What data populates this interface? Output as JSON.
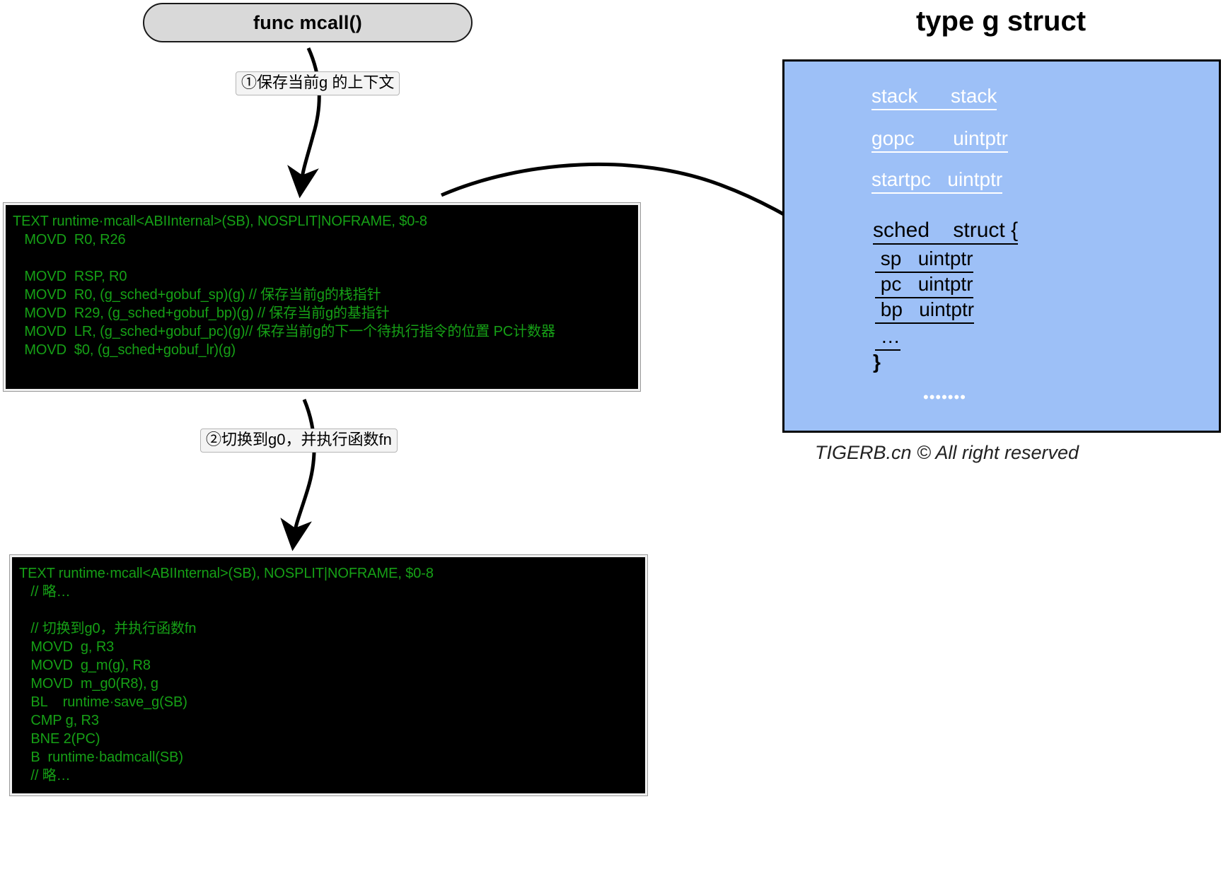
{
  "diagram": {
    "title_box": {
      "label": "func mcall()"
    },
    "steps": [
      {
        "id": "step1",
        "label": "①保存当前g 的上下文"
      },
      {
        "id": "step2",
        "label": "②切换到g0，并执行函数fn"
      }
    ],
    "code_top": {
      "lines": [
        "TEXT runtime·mcall<ABIInternal>(SB), NOSPLIT|NOFRAME, $0-8",
        "   MOVD  R0, R26",
        "",
        "   MOVD  RSP, R0",
        "   MOVD  R0, (g_sched+gobuf_sp)(g) // 保存当前g的栈指针",
        "   MOVD  R29, (g_sched+gobuf_bp)(g) // 保存当前g的基指针",
        "   MOVD  LR, (g_sched+gobuf_pc)(g)// 保存当前g的下一个待执行指令的位置 PC计数器",
        "   MOVD  $0, (g_sched+gobuf_lr)(g)"
      ]
    },
    "code_bottom": {
      "lines": [
        "TEXT runtime·mcall<ABIInternal>(SB), NOSPLIT|NOFRAME, $0-8",
        "   // 略…",
        "",
        "   // 切换到g0，并执行函数fn",
        "   MOVD  g, R3",
        "   MOVD  g_m(g), R8",
        "   MOVD  m_g0(R8), g",
        "   BL    runtime·save_g(SB)",
        "   CMP g, R3",
        "   BNE 2(PC)",
        "   B  runtime·badmcall(SB)",
        "   // 略…"
      ]
    },
    "struct_panel": {
      "title": "type g struct",
      "fields": [
        {
          "name": "stack",
          "type": "stack",
          "color": "white"
        },
        {
          "name": "gopc",
          "type": "uintptr",
          "color": "white"
        },
        {
          "name": "startpc",
          "type": "uintptr",
          "color": "white"
        },
        {
          "name": "sched",
          "type": "struct {",
          "color": "black"
        },
        {
          "name": " sp",
          "type": "uintptr",
          "color": "black"
        },
        {
          "name": " pc",
          "type": "uintptr",
          "color": "black"
        },
        {
          "name": " bp",
          "type": "uintptr",
          "color": "black"
        },
        {
          "name": " …",
          "type": "",
          "color": "black"
        },
        {
          "name": "}",
          "type": "",
          "color": "black"
        }
      ],
      "ellipsis": "•••••••",
      "credit": "TIGERB.cn © All right reserved"
    },
    "colors": {
      "code_bg": "#000000",
      "code_text": "#16a016",
      "struct_bg": "#9dc0f7",
      "func_box_bg": "#d9d9d9"
    }
  }
}
